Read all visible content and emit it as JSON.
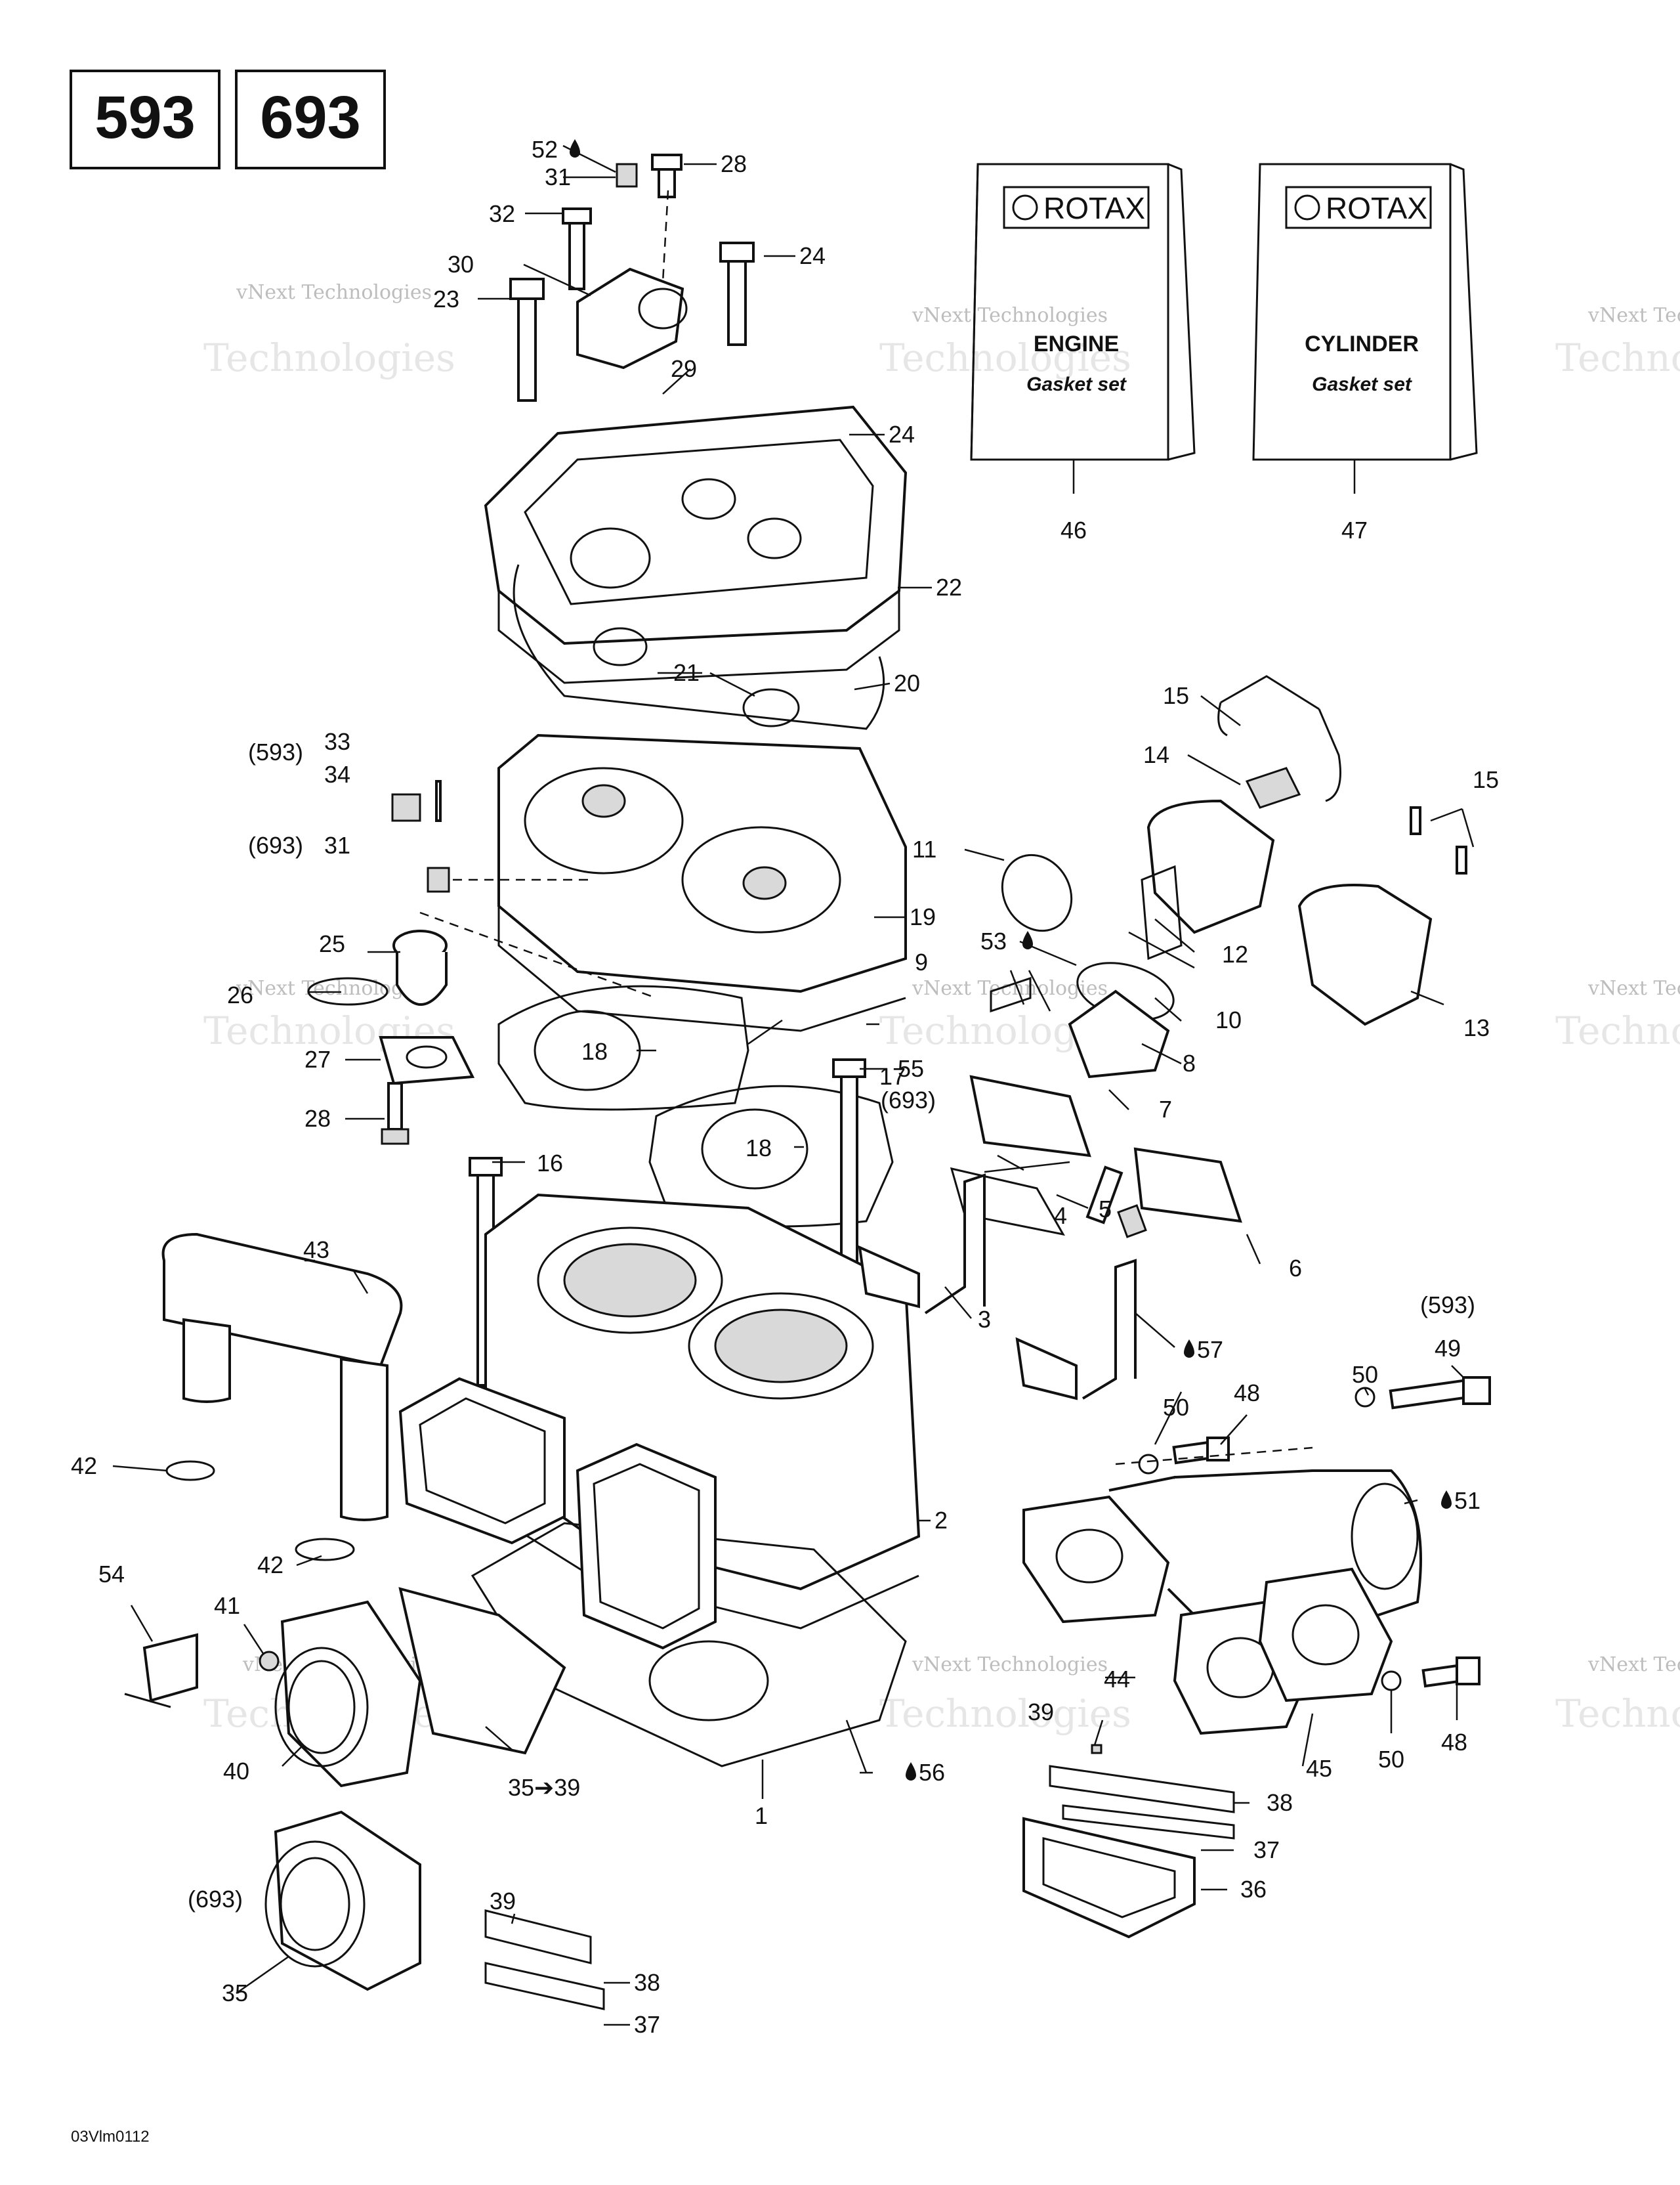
{
  "models": [
    "593",
    "693"
  ],
  "brand": "ROTAX",
  "kits": [
    {
      "title": "ENGINE",
      "subtitle": "Gasket set"
    },
    {
      "title": "CYLINDER",
      "subtitle": "Gasket set"
    }
  ],
  "watermark": {
    "line1": "vNext Technologies",
    "line2": "vNext",
    "line3": "Technologies"
  },
  "variant_labels": {
    "v593": "(593)",
    "v693": "(693)"
  },
  "drop_icon": "oil-drop-icon",
  "footer_code": "03Vlm0112",
  "callouts": {
    "c1": "1",
    "c2": "2",
    "c3a": "3",
    "c4": "4",
    "c5": "5",
    "c6": "6",
    "c7": "7",
    "c8": "8",
    "c9": "9",
    "c10": "10",
    "c11": "11",
    "c12": "12",
    "c13": "13",
    "c14": "14",
    "c15a": "15",
    "c15b": "15",
    "c16": "16",
    "c17": "17",
    "c18a": "18",
    "c18b": "18",
    "c19": "19",
    "c20": "20",
    "c21": "21",
    "c22": "22",
    "c23": "23",
    "c24a": "24",
    "c24b": "24",
    "c25": "25",
    "c26": "26",
    "c27": "27",
    "c28a": "28",
    "c28b": "28",
    "c29": "29",
    "c30": "30",
    "c31a": "31",
    "c31b": "31",
    "c32": "32",
    "c33": "33",
    "c34": "34",
    "c35": "35",
    "c35_39": "35➔39",
    "c36": "36",
    "c37a": "37",
    "c37b": "37",
    "c38a": "38",
    "c38b": "38",
    "c39a": "39",
    "c39b": "39",
    "c40": "40",
    "c41": "41",
    "c42a": "42",
    "c42b": "42",
    "c43": "43",
    "c44": "44",
    "c45": "45",
    "c46": "46",
    "c47": "47",
    "c48a": "48",
    "c48b": "48",
    "c49": "49",
    "c50a": "50",
    "c50b": "50",
    "c50c": "50",
    "c51": "51",
    "c52": "52",
    "c53": "53",
    "c54": "54",
    "c55": "55",
    "c56": "56",
    "c57": "57"
  }
}
